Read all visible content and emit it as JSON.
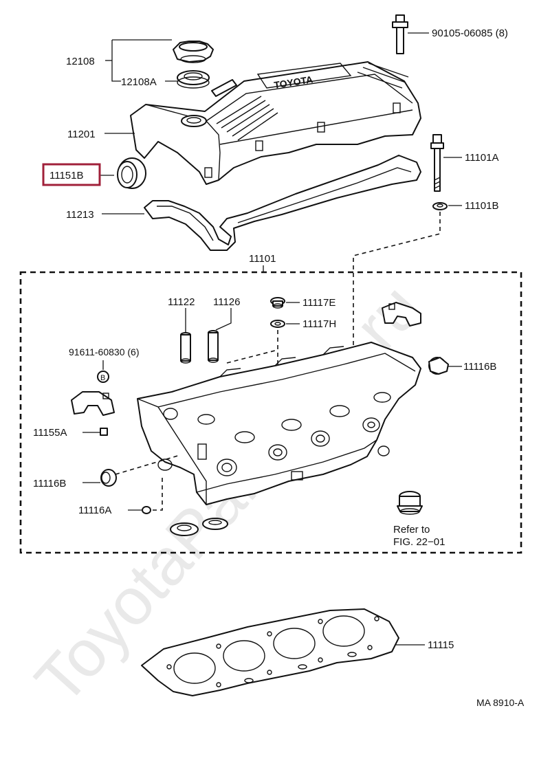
{
  "watermark": "ToyotaPartMine.ru",
  "diagram_code": "MA 8910-A",
  "highlight_color": "#a0203a",
  "labels": {
    "l_12108": "12108",
    "l_12108A": "12108A",
    "l_90105": "90105-06085 (8)",
    "l_11201": "11201",
    "l_11151B": "11151B",
    "l_11101A": "11101A",
    "l_11213": "11213",
    "l_11101B": "11101B",
    "l_11101": "11101",
    "l_11122": "11122",
    "l_11126": "11126",
    "l_11117E": "11117E",
    "l_11117H": "11117H",
    "l_91611": "91611-60830 (6)",
    "l_11116B_r": "11116B",
    "l_11155A": "11155A",
    "l_11116B_l": "11116B",
    "l_11116A": "11116A",
    "l_refer1": "Refer to",
    "l_refer2": "FIG. 22−01",
    "l_11115": "11115"
  }
}
